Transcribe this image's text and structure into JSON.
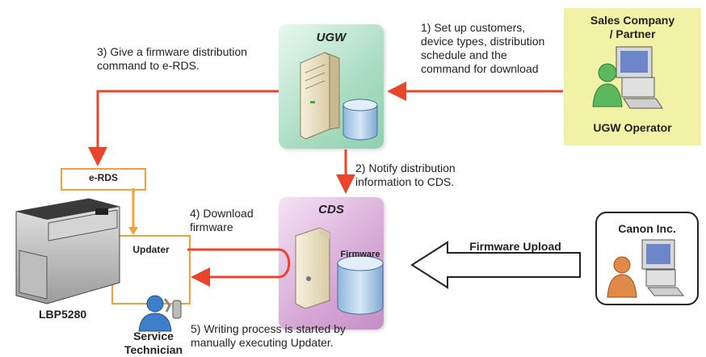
{
  "nodes": {
    "ugw": "UGW",
    "cds": "CDS",
    "firmware_db": "Firmware",
    "sales": "Sales Company\n/ Partner",
    "ugw_operator": "UGW Operator",
    "canon": "Canon Inc.",
    "erds": "e-RDS",
    "updater": "Updater",
    "printer": "LBP5280",
    "technician": "Service\nTechnician"
  },
  "steps": {
    "step1": "1) Set up customers,\ndevice types, distribution\nschedule and the\ncommand for download",
    "step2": "2) Notify distribution\ninformation to CDS.",
    "step3": "3) Give a firmware distribution\ncommand to e-RDS.",
    "step4": "4) Download\nfirmware",
    "step5": "5) Writing process is started by\nmanually executing Updater.",
    "upload": "Firmware Upload"
  },
  "colors": {
    "arrow": "#e8452c",
    "orange_border": "#f0a040",
    "ugw_fill": "#a9dcc1",
    "cds_fill": "#d6a8d6",
    "sales_fill": "#f2f2a6"
  }
}
